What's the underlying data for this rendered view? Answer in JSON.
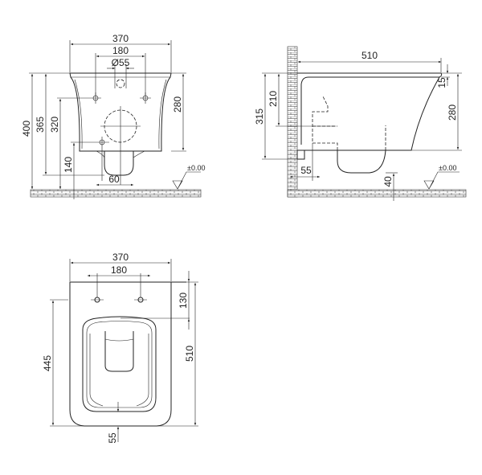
{
  "front_view": {
    "width_overall": "370",
    "fixing_spacing": "180",
    "inlet_diameter": "Ø55",
    "height_total": "400",
    "height_365": "365",
    "height_320": "320",
    "height_140": "140",
    "body_height": "280",
    "outlet_width": "60",
    "floor_level": "±0.00"
  },
  "side_view": {
    "depth": "510",
    "rim_thickness": "15",
    "body_height": "280",
    "height_315": "315",
    "height_210": "210",
    "wall_offset": "55",
    "outlet_clearance": "40",
    "floor_level": "±0.00"
  },
  "top_view": {
    "width_overall": "370",
    "fixing_spacing": "180",
    "fixing_offset": "130",
    "depth": "510",
    "depth_445": "445",
    "front_offset": "55"
  }
}
